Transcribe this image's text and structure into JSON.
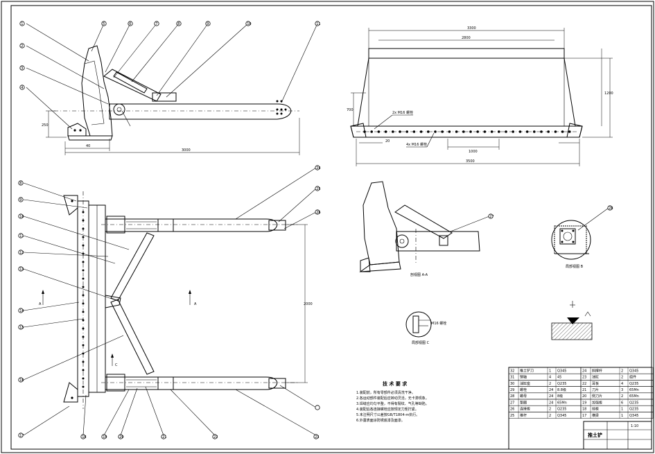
{
  "drawing": {
    "title_block": {
      "drawing_name": "推土铲",
      "sheet_label": "1:10"
    },
    "technical_requirements": {
      "heading": "技 术 要 求",
      "lines": [
        "1.装配前，所有零部件必须清洗干净。",
        "2.各运动部件装配后应转动灵活，无卡滞现象。",
        "3.焊缝应均匀平整，不得有裂纹、气孔等缺陷。",
        "4.装配后各连接螺栓应按规定力矩拧紧。",
        "5.未注明尺寸公差按GB/T1804-m执行。",
        "6.外露表面涂防锈底漆及面漆。"
      ]
    },
    "views": {
      "section_aa": "剖视图 A-A",
      "detail_b": "局部视图 B",
      "detail_c": "局部视图 C",
      "arrow_a": "A",
      "arrow_c": "C"
    },
    "dimensions": {
      "side_total": "3000",
      "side_height": "250",
      "side_offset": "40",
      "front_top": "3300",
      "front_inner": "2800",
      "front_height": "1200",
      "front_left": "700",
      "front_bottom": "3500",
      "front_mid": "1000",
      "front_hole": "20",
      "top_length": "2000"
    },
    "notes": {
      "front_note_1": "2x M16 螺栓",
      "front_note_2": "4x M16 螺栓",
      "detail_c_note": "M16 螺栓"
    },
    "balloons_left_top": [
      "1",
      "2",
      "3",
      "4",
      "5",
      "6",
      "7"
    ],
    "balloons_plan_left": [
      "8",
      "9",
      "10",
      "11",
      "12",
      "13",
      "14",
      "15",
      "16"
    ],
    "balloons_plan_bottom": [
      "17",
      "18",
      "19",
      "20",
      "21",
      "22",
      "23"
    ],
    "balloons_plan_right": [
      "24",
      "25",
      "26"
    ],
    "balloons_section": [
      "27",
      "28"
    ],
    "bom_rows": [
      [
        "32",
        "推土铲刀",
        "1",
        "Q345"
      ],
      [
        "31",
        "销轴",
        "4",
        "45"
      ],
      [
        "30",
        "油缸座",
        "2",
        "Q235"
      ],
      [
        "29",
        "螺栓",
        "24",
        "8.8级"
      ],
      [
        "28",
        "螺母",
        "24",
        "8级"
      ],
      [
        "27",
        "垫圈",
        "24",
        "65Mn"
      ],
      [
        "26",
        "连接板",
        "2",
        "Q235"
      ],
      [
        "25",
        "推杆",
        "2",
        "Q345"
      ],
      [
        "24",
        "斜撑杆",
        "2",
        "Q345"
      ],
      [
        "23",
        "油缸",
        "2",
        "组件"
      ],
      [
        "22",
        "耳板",
        "4",
        "Q235"
      ],
      [
        "21",
        "刀片",
        "3",
        "65Mn"
      ],
      [
        "20",
        "侧刀片",
        "2",
        "65Mn"
      ],
      [
        "19",
        "加强板",
        "6",
        "Q235"
      ],
      [
        "18",
        "挡板",
        "1",
        "Q235"
      ],
      [
        "17",
        "横梁",
        "1",
        "Q345"
      ]
    ]
  }
}
